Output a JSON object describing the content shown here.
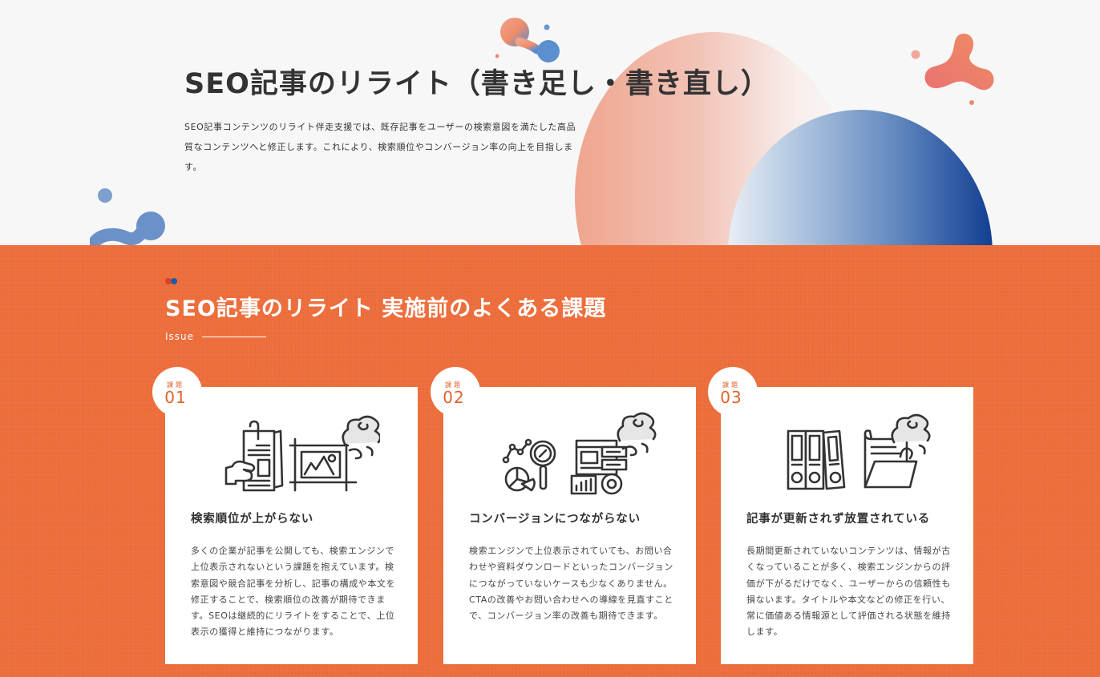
{
  "hero": {
    "title": "SEO記事のリライト（書き足し・書き直し）",
    "description": "SEO記事コンテンツのリライト伴走支援では、既存記事をユーザーの検索意図を満たした高品質なコンテンツへと修正します。これにより、検索順位やコンバージョン率の向上を目指します。"
  },
  "issue_section": {
    "title": "SEO記事のリライト 実施前のよくある課題",
    "subtitle": "Issue",
    "cards": [
      {
        "badge_label": "課題",
        "number": "01",
        "icon": "document-photo-smoke-icon",
        "title": "検索順位が上がらない",
        "text": "多くの企業が記事を公開しても、検索エンジンで上位表示されないという課題を抱えています。検索意図や競合記事を分析し、記事の構成や本文を修正することで、検索順位の改善が期待できます。SEOは継続的にリライトをすることで、上位表示の獲得と維持につながります。"
      },
      {
        "badge_label": "課題",
        "number": "02",
        "icon": "analytics-dashboard-smoke-icon",
        "title": "コンバージョンにつながらない",
        "text": "検索エンジンで上位表示されていても、お問い合わせや資料ダウンロードといったコンバージョンにつながっていないケースも少なくありません。CTAの改善やお問い合わせへの導線を見直すことで、コンバージョン率の改善も期待できます。"
      },
      {
        "badge_label": "課題",
        "number": "03",
        "icon": "binders-folder-smoke-icon",
        "title": "記事が更新されず放置されている",
        "text": "長期間更新されていないコンテンツは、情報が古くなっていることが多く、検索エンジンからの評価が下がるだけでなく、ユーザーからの信頼性も損ないます。タイトルや本文などの修正を行い、常に価値ある情報源として評価される状態を維持します。"
      }
    ]
  },
  "colors": {
    "accent_orange": "#ED6D3A",
    "badge_orange": "#E0622C",
    "accent_blue": "#123F93",
    "text": "#333333"
  }
}
